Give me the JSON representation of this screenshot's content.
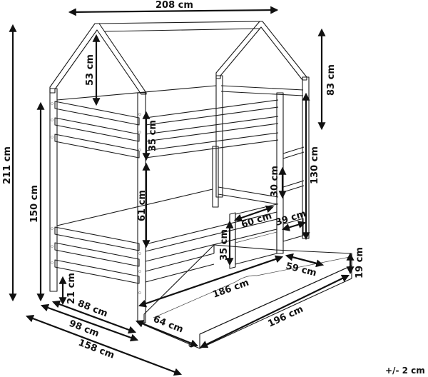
{
  "diagram": {
    "subject": "House-frame bunk bed with pull-out trundle drawer",
    "dimensions": {
      "total_length": "208 cm",
      "total_height": "211 cm",
      "upper_bunk_height": "150 cm",
      "roof_height": "53 cm",
      "roof_side_height": "83 cm",
      "upper_rail_height": "35 cm",
      "between_bunks": "61 cm",
      "ladder_height": "130 cm",
      "ladder_step": "30 cm",
      "lower_guard_height": "35 cm",
      "lower_guard_length": "60 cm",
      "ladder_width": "39 cm",
      "lower_rail_length": "186 cm",
      "drawer_length": "196 cm",
      "drawer_depth": "59 cm",
      "drawer_height": "19 cm",
      "floor_clearance": "21 cm",
      "inner_width": "88 cm",
      "bed_width": "98 cm",
      "width_with_drawer": "158 cm",
      "drawer_pullout": "64 cm"
    },
    "tolerance": "+/- 2 cm"
  }
}
